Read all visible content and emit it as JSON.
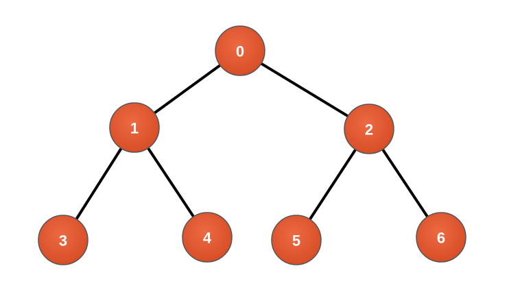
{
  "colors": {
    "node_fill": "#e2572f",
    "edge": "#000000",
    "label": "#ffffff",
    "background": "#ffffff"
  },
  "tree": {
    "nodes": [
      {
        "id": "0",
        "label": "0"
      },
      {
        "id": "1",
        "label": "1"
      },
      {
        "id": "2",
        "label": "2"
      },
      {
        "id": "3",
        "label": "3"
      },
      {
        "id": "4",
        "label": "4"
      },
      {
        "id": "5",
        "label": "5"
      },
      {
        "id": "6",
        "label": "6"
      }
    ],
    "edges": [
      {
        "from": "0",
        "to": "1"
      },
      {
        "from": "0",
        "to": "2"
      },
      {
        "from": "1",
        "to": "3"
      },
      {
        "from": "1",
        "to": "4"
      },
      {
        "from": "2",
        "to": "5"
      },
      {
        "from": "2",
        "to": "6"
      }
    ]
  }
}
